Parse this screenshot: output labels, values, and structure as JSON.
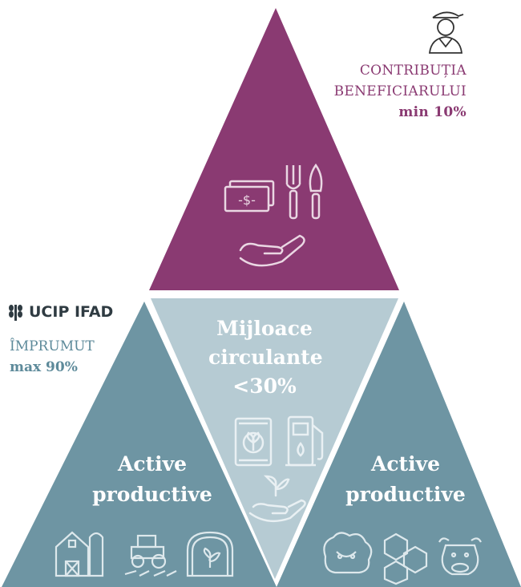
{
  "colors": {
    "purple": "#8a3a72",
    "teal": "#6e95a3",
    "light_teal": "#b6cbd3",
    "dark_text": "#2f3b42"
  },
  "contribution": {
    "line1": "CONTRIBUȚIA",
    "line2": "BENEFICIARULUI",
    "percent": "min 10%",
    "icon": "farmer-icon"
  },
  "ucip": {
    "brand": "UCIP IFAD",
    "line1": "ÎMPRUMUT",
    "percent": "max 90%",
    "icon": "wheat-icon"
  },
  "center": {
    "line1": "Mijloace",
    "line2": "circulante",
    "line3": "<30%",
    "icons": [
      "seed-bag-icon",
      "fuel-pump-icon",
      "sprout-in-hand-icon"
    ]
  },
  "left_triangle": {
    "line1": "Active",
    "line2": "productive",
    "icons": [
      "barn-icon",
      "tractor-icon",
      "greenhouse-icon"
    ]
  },
  "right_triangle": {
    "line1": "Active",
    "line2": "productive",
    "icons": [
      "sheep-icon",
      "honeycomb-icon",
      "cow-icon"
    ]
  },
  "top_triangle": {
    "icons": [
      "money-icon",
      "fork-icon",
      "trowel-icon",
      "open-hand-icon"
    ]
  }
}
